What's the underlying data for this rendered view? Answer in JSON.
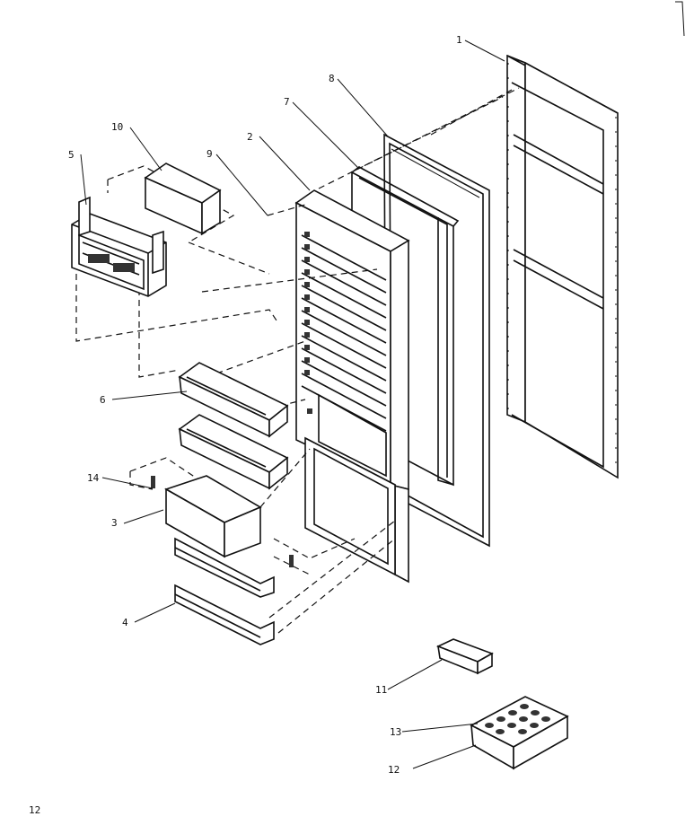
{
  "part_labels": [
    "1",
    "2",
    "3",
    "4",
    "5",
    "6",
    "7",
    "8",
    "9",
    "10",
    "11",
    "12",
    "13",
    "14"
  ],
  "page_number": "12"
}
